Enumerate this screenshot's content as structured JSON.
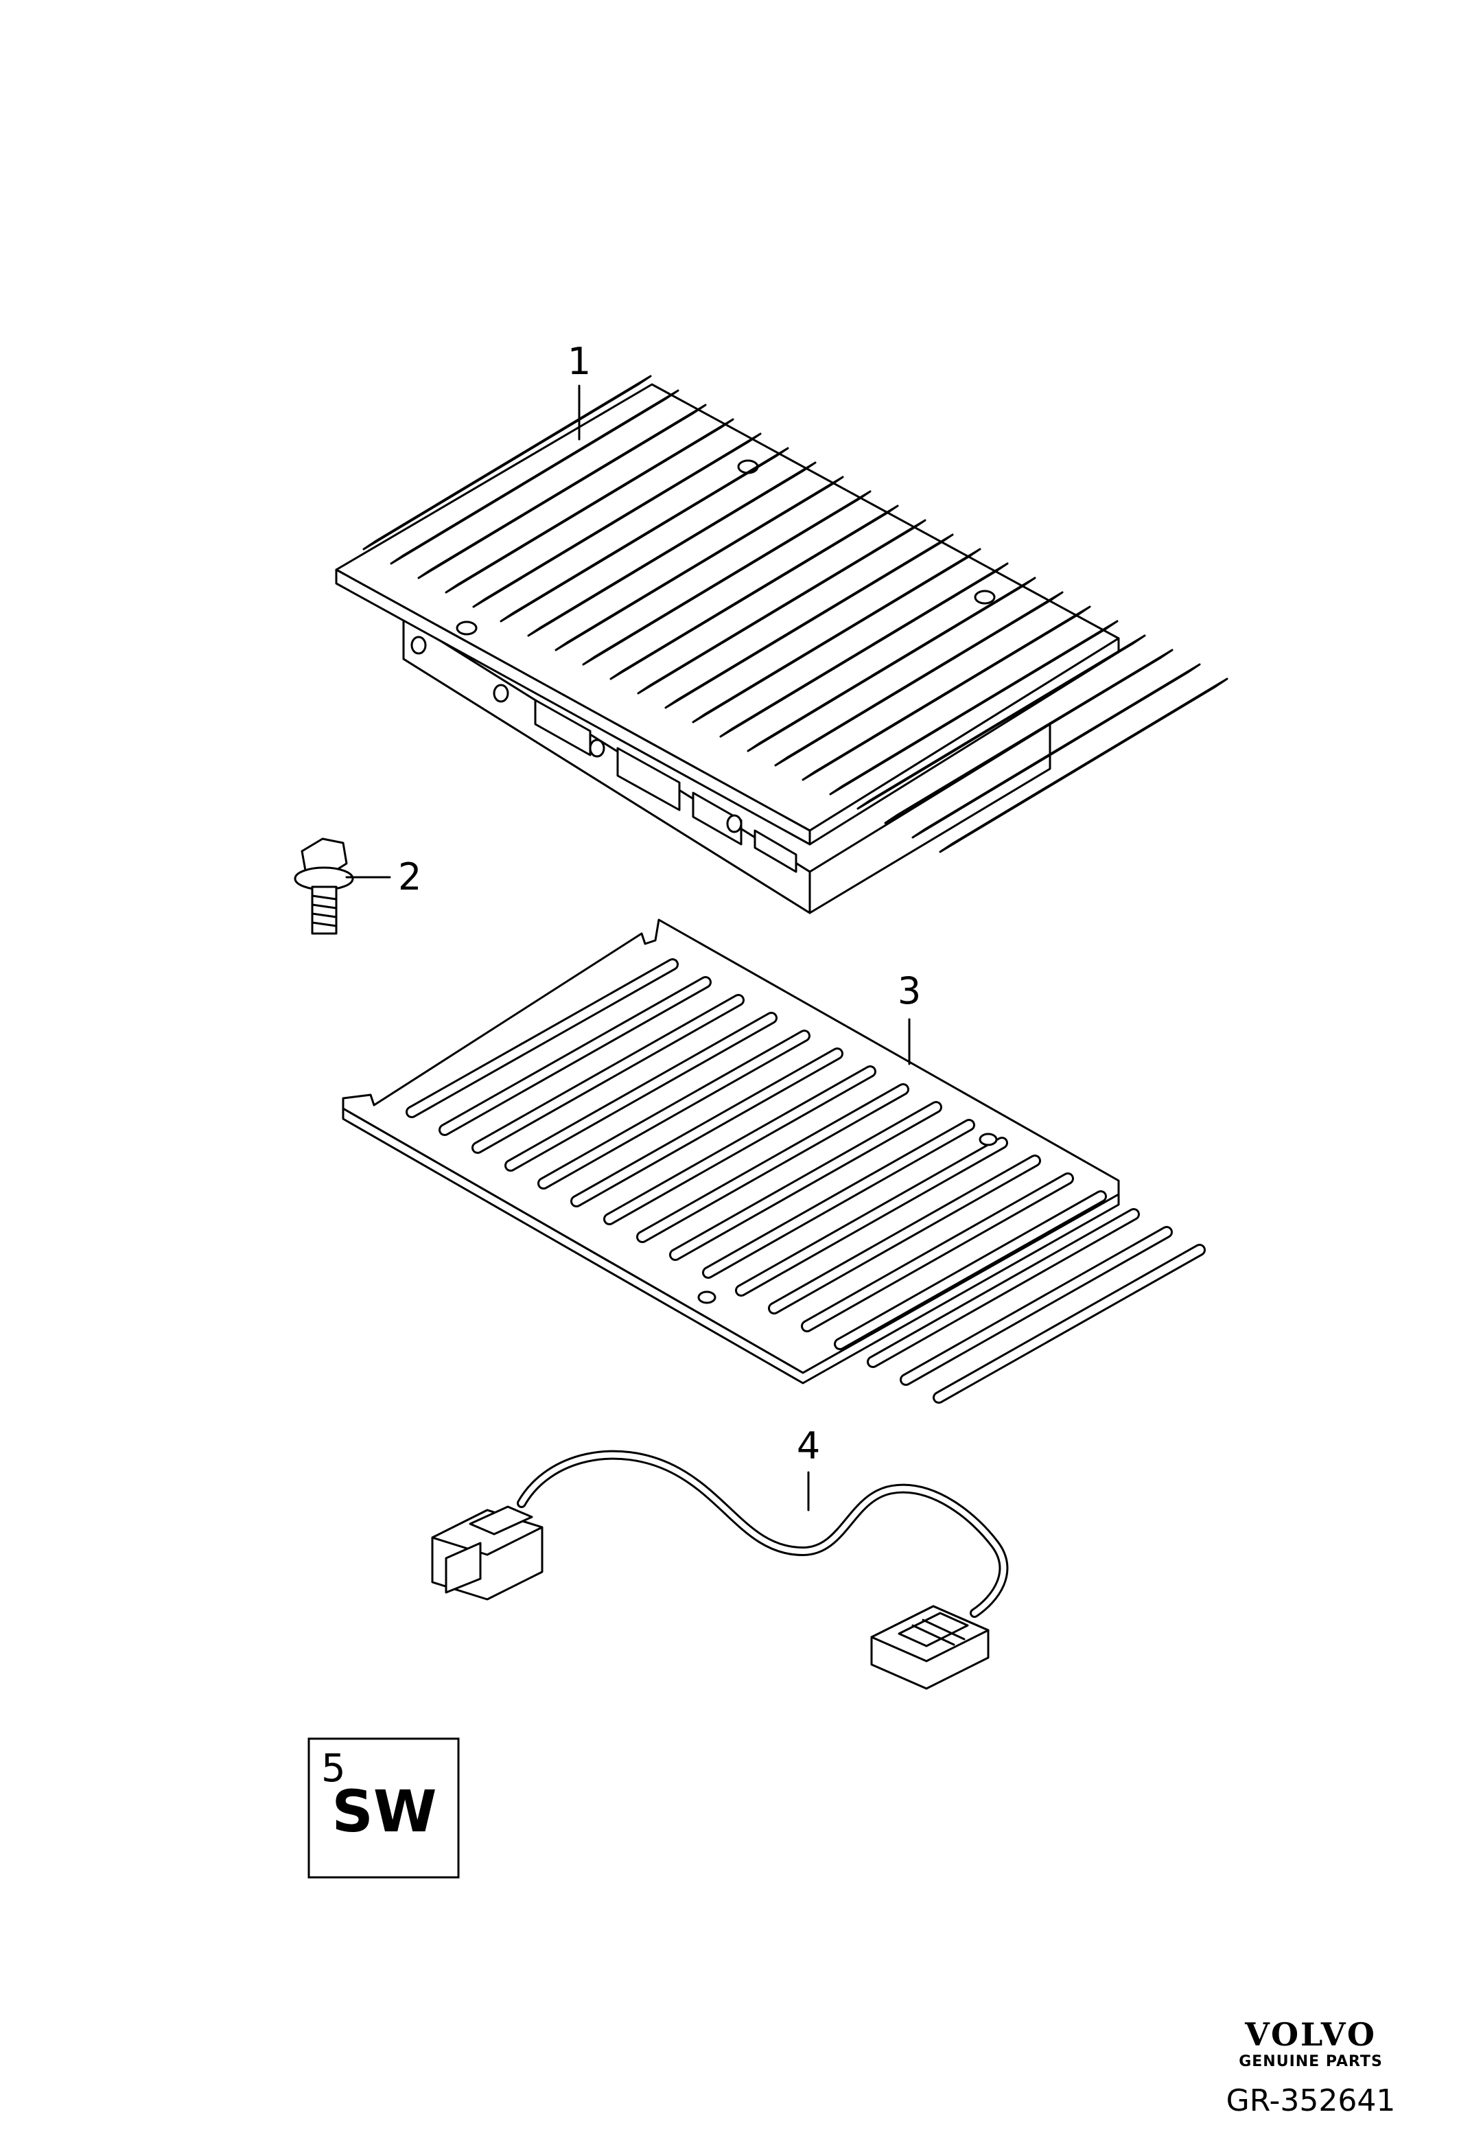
{
  "callouts": {
    "part1": "1",
    "part2": "2",
    "part3": "3",
    "part4": "4"
  },
  "software_box": {
    "number": "5",
    "label": "SW"
  },
  "branding": {
    "logo_text": "VOLVO",
    "logo_sub": "GENUINE PARTS",
    "reference": "GR-352641"
  }
}
